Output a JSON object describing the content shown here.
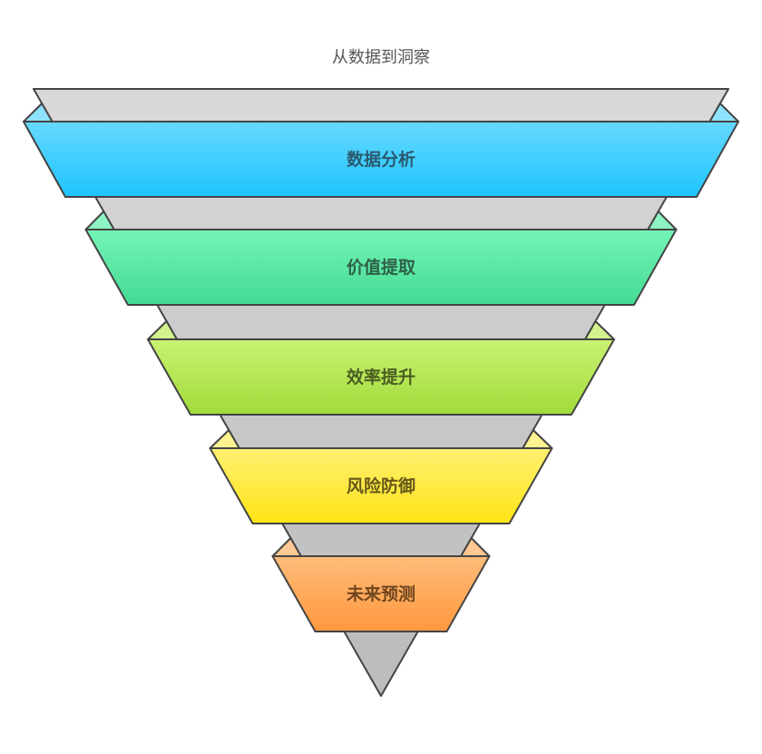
{
  "title": "从数据到洞察",
  "stages": [
    {
      "label": "数据分析",
      "color_top": "#66d9ff",
      "color_bottom": "#1ec4ff",
      "fold": "#8ee2ff",
      "text_color": "#2a5a70",
      "gray": "#d8d8d8"
    },
    {
      "label": "价值提取",
      "color_top": "#74f4b6",
      "color_bottom": "#44db93",
      "fold": "#8ef3c3",
      "text_color": "#2f6048",
      "gray": "#d2d2d2"
    },
    {
      "label": "效率提升",
      "color_top": "#c9f272",
      "color_bottom": "#a2db3a",
      "fold": "#d3f38c",
      "text_color": "#4a5e22",
      "gray": "#cccccc"
    },
    {
      "label": "风险防御",
      "color_top": "#fff072",
      "color_bottom": "#ffe414",
      "fold": "#fff290",
      "text_color": "#66581a",
      "gray": "#c7c7c7"
    },
    {
      "label": "未来预测",
      "color_top": "#ffbc7a",
      "color_bottom": "#ff983e",
      "fold": "#ffc894",
      "text_color": "#70461e",
      "gray": "#c2c2c2"
    }
  ],
  "tip_gray": "#bdbdbd",
  "stroke": "#444444"
}
